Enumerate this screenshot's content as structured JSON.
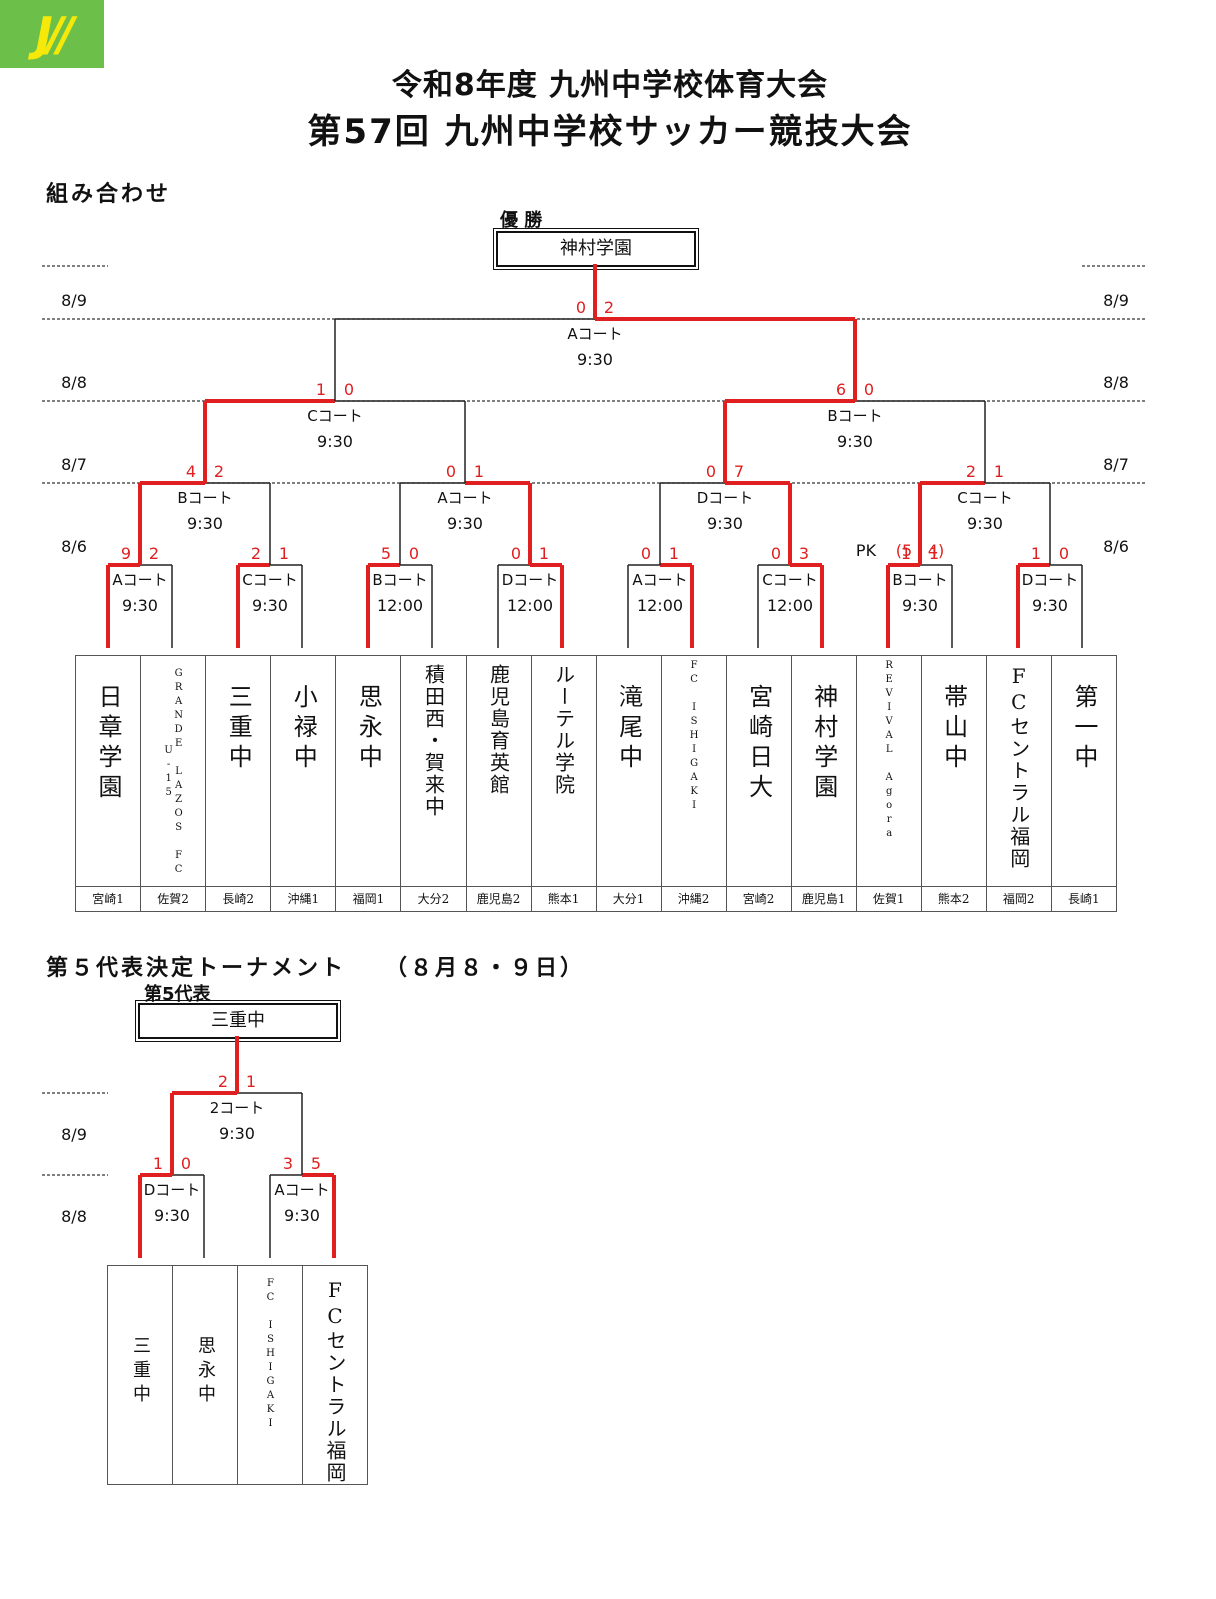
{
  "header": {
    "title_line1": "令和8年度 九州中学校体育大会",
    "title_line2": "第57回 九州中学校サッカー競技大会",
    "section_main": "組み合わせ",
    "section_fifth": "第５代表決定トーナメント　　（８月８・９日）",
    "champion_label": "優 勝",
    "fifth_label": "第5代表"
  },
  "colors": {
    "winner": "#e02020",
    "line": "#222222",
    "logo_bg": "#6cc04a",
    "logo_fg": "#f6e90a"
  },
  "main": {
    "champion": "神村学園",
    "dates": [
      "8/9",
      "8/8",
      "8/7",
      "8/6"
    ],
    "pk_label": "PK",
    "teams": [
      {
        "name": "日章学園",
        "pref": "宮崎1"
      },
      {
        "name": "GRANDE LAZOS FC U-15",
        "pref": "佐賀2"
      },
      {
        "name": "三重中",
        "pref": "長崎2"
      },
      {
        "name": "小禄中",
        "pref": "沖縄1"
      },
      {
        "name": "思永中",
        "pref": "福岡1"
      },
      {
        "name": "積田西・賀来中",
        "pref": "大分2"
      },
      {
        "name": "鹿児島育英館",
        "pref": "鹿児島2"
      },
      {
        "name": "ルーテル学院",
        "pref": "熊本1"
      },
      {
        "name": "滝尾中",
        "pref": "大分1"
      },
      {
        "name": "FC ISHIGAKI",
        "pref": "沖縄2"
      },
      {
        "name": "宮崎日大",
        "pref": "宮崎2"
      },
      {
        "name": "神村学園",
        "pref": "鹿児島1"
      },
      {
        "name": "REVIVAL Agora",
        "pref": "佐賀1"
      },
      {
        "name": "帯山中",
        "pref": "熊本2"
      },
      {
        "name": "FCセントラル福岡",
        "pref": "福岡2"
      },
      {
        "name": "第一中",
        "pref": "長崎1"
      }
    ],
    "r1": [
      {
        "court": "Aコート",
        "time": "9:30",
        "s1": "9",
        "s2": "2"
      },
      {
        "court": "Cコート",
        "time": "9:30",
        "s1": "2",
        "s2": "1"
      },
      {
        "court": "Bコート",
        "time": "12:00",
        "s1": "5",
        "s2": "0"
      },
      {
        "court": "Dコート",
        "time": "12:00",
        "s1": "0",
        "s2": "1"
      },
      {
        "court": "Aコート",
        "time": "12:00",
        "s1": "0",
        "s2": "1"
      },
      {
        "court": "Cコート",
        "time": "12:00",
        "s1": "0",
        "s2": "3"
      },
      {
        "court": "Bコート",
        "time": "9:30",
        "s1": "1",
        "s2": "1",
        "pk1": "(5",
        "pk2": "4)"
      },
      {
        "court": "Dコート",
        "time": "9:30",
        "s1": "1",
        "s2": "0"
      }
    ],
    "r2": [
      {
        "court": "Bコート",
        "time": "9:30",
        "s1": "4",
        "s2": "2"
      },
      {
        "court": "Aコート",
        "time": "9:30",
        "s1": "0",
        "s2": "1"
      },
      {
        "court": "Dコート",
        "time": "9:30",
        "s1": "0",
        "s2": "7"
      },
      {
        "court": "Cコート",
        "time": "9:30",
        "s1": "2",
        "s2": "1"
      }
    ],
    "r3": [
      {
        "court": "Cコート",
        "time": "9:30",
        "s1": "1",
        "s2": "0"
      },
      {
        "court": "Bコート",
        "time": "9:30",
        "s1": "6",
        "s2": "0"
      }
    ],
    "final": {
      "court": "Aコート",
      "time": "9:30",
      "s1": "0",
      "s2": "2"
    }
  },
  "fifth": {
    "winner": "三重中",
    "dates": [
      "8/9",
      "8/8"
    ],
    "teams": [
      {
        "name": "三重中"
      },
      {
        "name": "思永中"
      },
      {
        "name": "FC ISHIGAKI"
      },
      {
        "name": "FCセントラル福岡"
      }
    ],
    "r1": [
      {
        "court": "Dコート",
        "time": "9:30",
        "s1": "1",
        "s2": "0"
      },
      {
        "court": "Aコート",
        "time": "9:30",
        "s1": "3",
        "s2": "5"
      }
    ],
    "final": {
      "court": "2コート",
      "time": "9:30",
      "s1": "2",
      "s2": "1"
    }
  }
}
